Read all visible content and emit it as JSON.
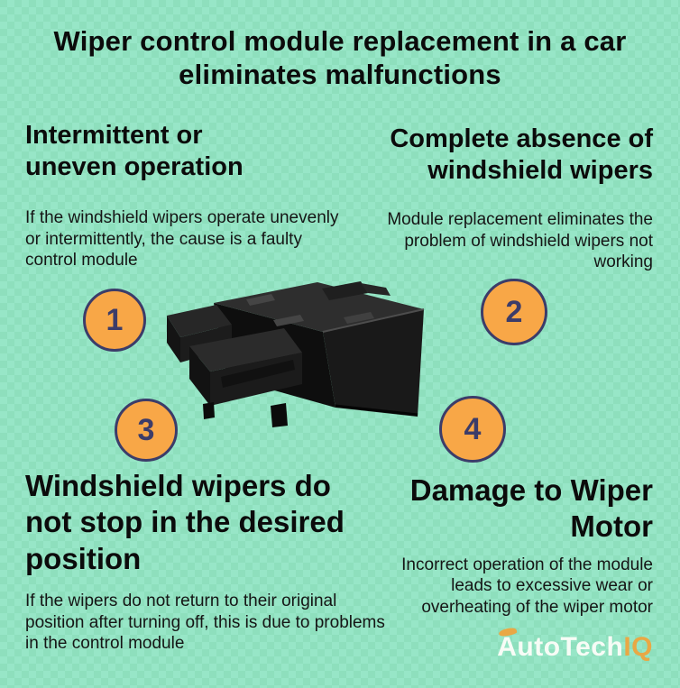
{
  "title": {
    "text": "Wiper control module replacement in a car eliminates malfunctions"
  },
  "sections": [
    {
      "number": "1",
      "heading": "Intermittent or uneven operation",
      "body": "If the windshield wipers operate unevenly or intermittently, the cause is a faulty control module"
    },
    {
      "number": "2",
      "heading": "Complete absence of windshield wipers",
      "body": "Module replacement eliminates the problem of windshield wipers not working"
    },
    {
      "number": "3",
      "heading": "Windshield wipers do not stop in the desired position",
      "body": "If the wipers do not return to their original position after turning off, this is due to problems in the control module"
    },
    {
      "number": "4",
      "heading": "Damage to Wiper Motor",
      "body": "Incorrect operation of the module leads to excessive wear or overheating of the wiper motor"
    }
  ],
  "image": {
    "label": "wiper control module"
  },
  "logo": {
    "part1": "AutoTech",
    "part2": "IQ"
  },
  "colors": {
    "background": "#8EDFBD",
    "checker": "#97E6C7",
    "badge_fill": "#F8A747",
    "badge_border": "#3C3C69",
    "badge_text": "#3C3C69",
    "heading_text": "#0B0B0B",
    "body_text": "#151515",
    "logo_white": "#F7FCF6",
    "logo_orange": "#E9A845"
  }
}
